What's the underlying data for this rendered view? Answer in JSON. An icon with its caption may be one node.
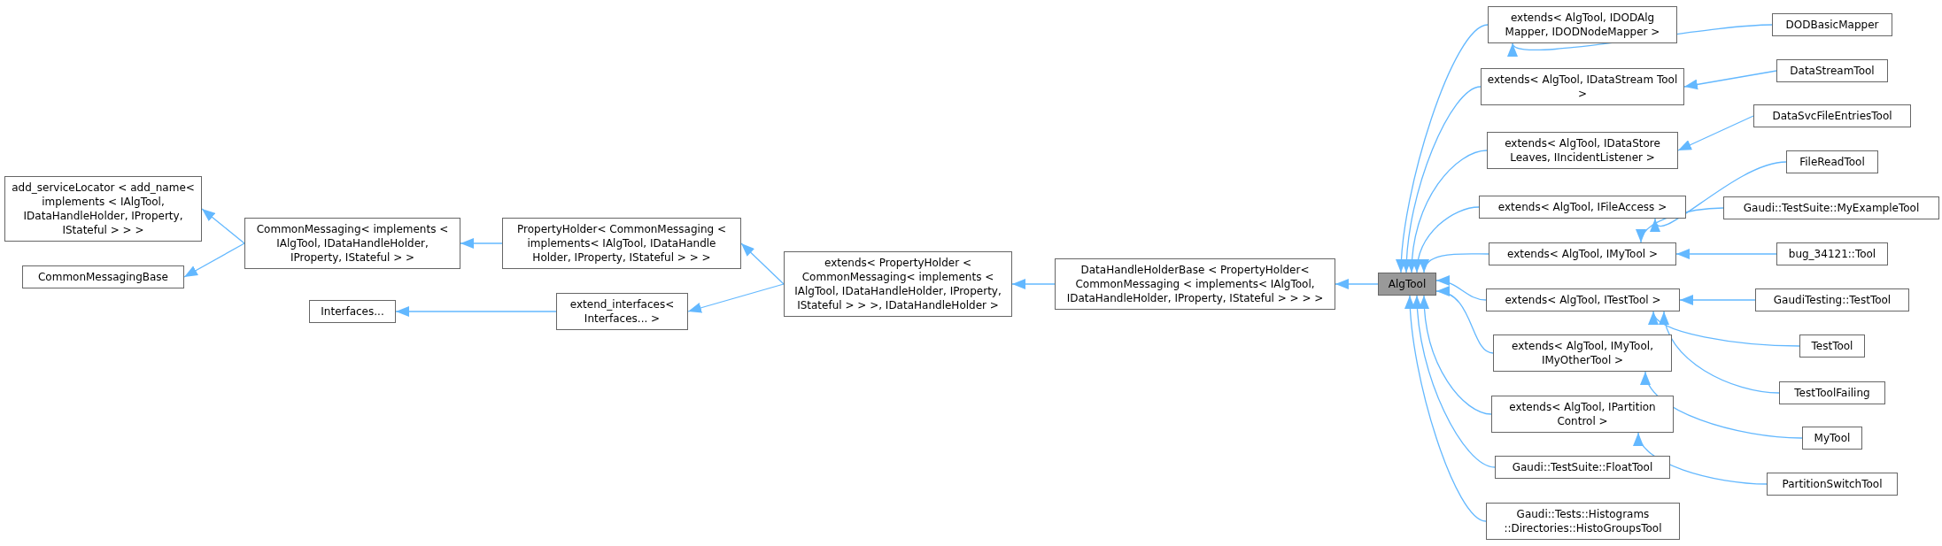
{
  "diagram": {
    "nodes": [
      {
        "text": [
          "add_serviceLocator < add_name< implements < IAlgTool, IDataHandleHolder, IProperty, IStateful > > >"
        ]
      },
      {
        "text": [
          "CommonMessagingBase"
        ]
      },
      {
        "text": [
          "CommonMessaging< implements < IAlgTool, IDataHandleHolder, IProperty, IStateful > >"
        ]
      },
      {
        "text": [
          "Interfaces..."
        ]
      },
      {
        "text": [
          "PropertyHolder< CommonMessaging < implements< IAlgTool, IDataHandle Holder, IProperty, IStateful > > >"
        ]
      },
      {
        "text": [
          "extend_interfaces< Interfaces... >"
        ]
      },
      {
        "text": [
          "extends< PropertyHolder < CommonMessaging< implements < IAlgTool, IDataHandleHolder, IProperty, IStateful > > >, IDataHandleHolder >"
        ]
      },
      {
        "text": [
          "DataHandleHolderBase < PropertyHolder< CommonMessaging < implements< IAlgTool, IDataHandleHolder, IProperty, IStateful > > > >"
        ]
      },
      {
        "text": [
          "AlgTool"
        ]
      },
      {
        "text": [
          "extends< AlgTool, IDODAlg Mapper, IDODNodeMapper >"
        ]
      },
      {
        "text": [
          "extends< AlgTool, IDataStream Tool >"
        ]
      },
      {
        "text": [
          "extends< AlgTool, IDataStore Leaves, IIncidentListener >"
        ]
      },
      {
        "text": [
          "extends< AlgTool, IFileAccess >"
        ]
      },
      {
        "text": [
          "extends< AlgTool, IMyTool >"
        ]
      },
      {
        "text": [
          "extends< AlgTool, ITestTool >"
        ]
      },
      {
        "text": [
          "extends< AlgTool, IMyTool, IMyOtherTool >"
        ]
      },
      {
        "text": [
          "extends< AlgTool, IPartition Control >"
        ]
      },
      {
        "text": [
          "Gaudi::TestSuite::FloatTool"
        ]
      },
      {
        "text": [
          "Gaudi::Tests::Histograms ::Directories::HistoGroupsTool"
        ]
      },
      {
        "text": [
          "DODBasicMapper"
        ]
      },
      {
        "text": [
          "DataStreamTool"
        ]
      },
      {
        "text": [
          "DataSvcFileEntriesTool"
        ]
      },
      {
        "text": [
          "FileReadTool"
        ]
      },
      {
        "text": [
          "Gaudi::TestSuite::MyExampleTool"
        ]
      },
      {
        "text": [
          "bug_34121::Tool"
        ]
      },
      {
        "text": [
          "GaudiTesting::TestTool"
        ]
      },
      {
        "text": [
          "TestTool"
        ]
      },
      {
        "text": [
          "TestToolFailing"
        ]
      },
      {
        "text": [
          "MyTool"
        ]
      },
      {
        "text": [
          "PartitionSwitchTool"
        ]
      }
    ],
    "edges": [
      {
        "from": 2,
        "to": 0,
        "arrow": "to"
      },
      {
        "from": 2,
        "to": 1,
        "arrow": "to"
      },
      {
        "from": 4,
        "to": 2,
        "arrow": "to"
      },
      {
        "from": 5,
        "to": 3,
        "arrow": "to"
      },
      {
        "from": 6,
        "to": 4,
        "arrow": "to"
      },
      {
        "from": 6,
        "to": 5,
        "arrow": "to"
      },
      {
        "from": 7,
        "to": 6,
        "arrow": "to"
      },
      {
        "from": 8,
        "to": 7,
        "arrow": "to"
      },
      {
        "from": 9,
        "to": 8,
        "arrow": "to"
      },
      {
        "from": 10,
        "to": 8,
        "arrow": "to"
      },
      {
        "from": 11,
        "to": 8,
        "arrow": "to"
      },
      {
        "from": 12,
        "to": 8,
        "arrow": "to"
      },
      {
        "from": 13,
        "to": 8,
        "arrow": "to"
      },
      {
        "from": 14,
        "to": 8,
        "arrow": "to"
      },
      {
        "from": 15,
        "to": 8,
        "arrow": "to"
      },
      {
        "from": 16,
        "to": 8,
        "arrow": "to"
      },
      {
        "from": 17,
        "to": 8,
        "arrow": "to"
      },
      {
        "from": 18,
        "to": 8,
        "arrow": "to"
      },
      {
        "from": 19,
        "to": 9,
        "arrow": "to"
      },
      {
        "from": 20,
        "to": 10,
        "arrow": "to"
      },
      {
        "from": 21,
        "to": 11,
        "arrow": "to"
      },
      {
        "from": 22,
        "to": 12,
        "arrow": "to"
      },
      {
        "from": 23,
        "to": 13,
        "arrow": "to"
      },
      {
        "from": 24,
        "to": 13,
        "arrow": "to"
      },
      {
        "from": 25,
        "to": 14,
        "arrow": "to"
      },
      {
        "from": 26,
        "to": 14,
        "arrow": "to"
      },
      {
        "from": 27,
        "to": 14,
        "arrow": "to"
      },
      {
        "from": 28,
        "to": 15,
        "arrow": "to"
      },
      {
        "from": 29,
        "to": 16,
        "arrow": "to"
      }
    ]
  }
}
